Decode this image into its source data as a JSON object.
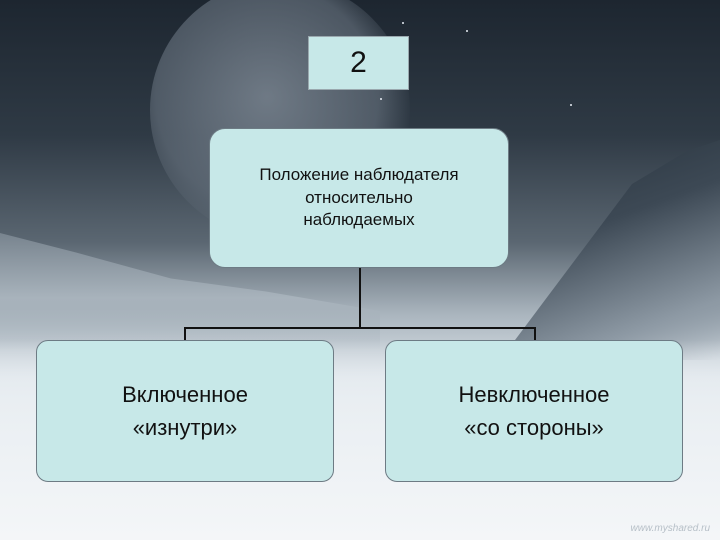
{
  "diagram": {
    "number": "2",
    "root": {
      "line1": "Положение наблюдателя",
      "line2": "относительно",
      "line3": "наблюдаемых"
    },
    "children": [
      {
        "line1": "Включенное",
        "line2": "«изнутри»"
      },
      {
        "line1": "Невключенное",
        "line2": "«со стороны»"
      }
    ]
  },
  "watermark": "www.myshared.ru",
  "colors": {
    "box_fill": "#c7e8e8",
    "connector": "#111111"
  }
}
